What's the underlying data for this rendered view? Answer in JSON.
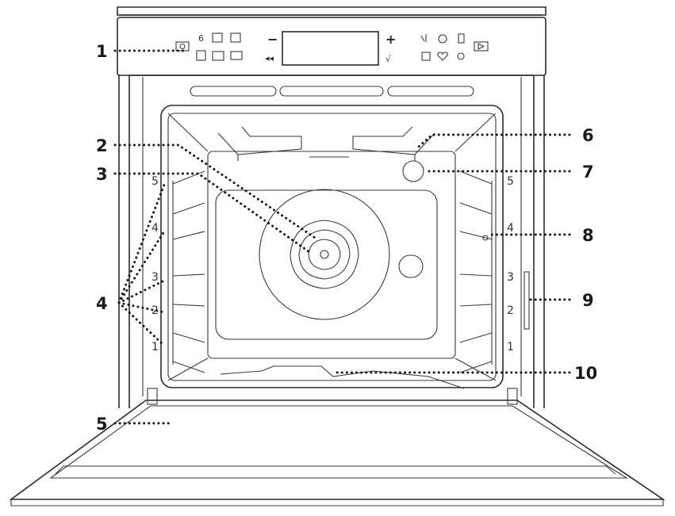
{
  "callouts": [
    "1",
    "2",
    "3",
    "4",
    "5",
    "6",
    "7",
    "8",
    "9",
    "10"
  ],
  "shelf_levels": [
    "1",
    "2",
    "3",
    "4",
    "5"
  ],
  "control_panel": {
    "minus": "−",
    "plus": "+",
    "back": "◂◂",
    "confirm": "√",
    "digit": "6"
  },
  "icons": [
    "power-icon",
    "grill-icon",
    "fan-icon",
    "defrost-icon",
    "back-icon",
    "confirm-icon",
    "timer-icon",
    "phone-icon",
    "play-icon",
    "favorite-icon",
    "settings-icon"
  ]
}
